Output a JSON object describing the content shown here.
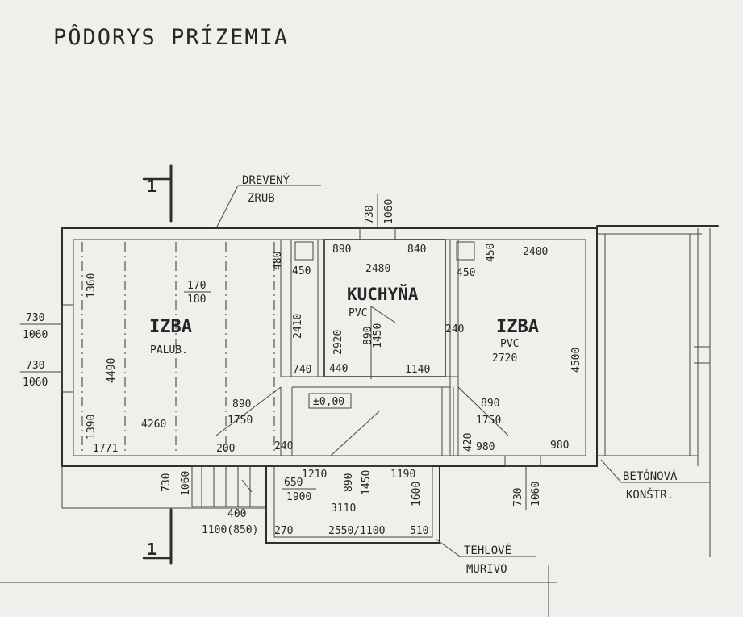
{
  "title": "PÔDORYS PRÍZEMIA",
  "section_marks": {
    "top": "1",
    "bottom": "1"
  },
  "notes": {
    "wall_top": [
      "DREVENÝ",
      "ZRUB"
    ],
    "concrete": [
      "BETÓNOVÁ",
      "KONŠTR."
    ],
    "brick": [
      "TEHLOVÉ",
      "MURIVO"
    ]
  },
  "rooms": {
    "left": {
      "name": "IZBA",
      "floor": "PALUB."
    },
    "kitchen": {
      "name": "KUCHYŇA",
      "floor": "PVC",
      "level": "±0,00"
    },
    "right": {
      "name": "IZBA",
      "floor": "PVC"
    }
  },
  "dimensions": {
    "win_top_a": "730",
    "win_top_b": "1060",
    "win_left1_a": "730",
    "win_left1_b": "1060",
    "win_left2_a": "730",
    "win_left2_b": "1060",
    "win_bot_a": "730",
    "win_bot_b": "1060",
    "d1360": "1360",
    "d4490": "4490",
    "d1390": "1390",
    "d4260": "4260",
    "d1771": "1771",
    "d170": "170",
    "d180": "180",
    "d480": "480",
    "d450a": "450",
    "d2410": "2410",
    "d740": "740",
    "d890a": "890",
    "d840": "840",
    "d2480": "2480",
    "d2920": "2920",
    "d890b": "890",
    "d1450": "1450",
    "d440": "440",
    "d1140": "1140",
    "d450b": "450",
    "d450c": "450",
    "d2400": "2400",
    "d240a": "240",
    "d2720": "2720",
    "d4500": "4500",
    "d890c": "890",
    "d1750a": "1750",
    "d890d": "890",
    "d1750b": "1750",
    "d240b": "240",
    "d420": "420",
    "d980a": "980",
    "d980b": "980",
    "d200": "200",
    "d1210": "1210",
    "d890e": "890",
    "d1450b": "1450",
    "d1190": "1190",
    "d650": "650",
    "d1900": "1900",
    "d1600": "1600",
    "d3110": "3110",
    "d400": "400",
    "d1100": "1100(850)",
    "d270": "270",
    "d2550": "2550/1100",
    "d510": "510",
    "d730s": "730",
    "d1060s": "1060"
  }
}
